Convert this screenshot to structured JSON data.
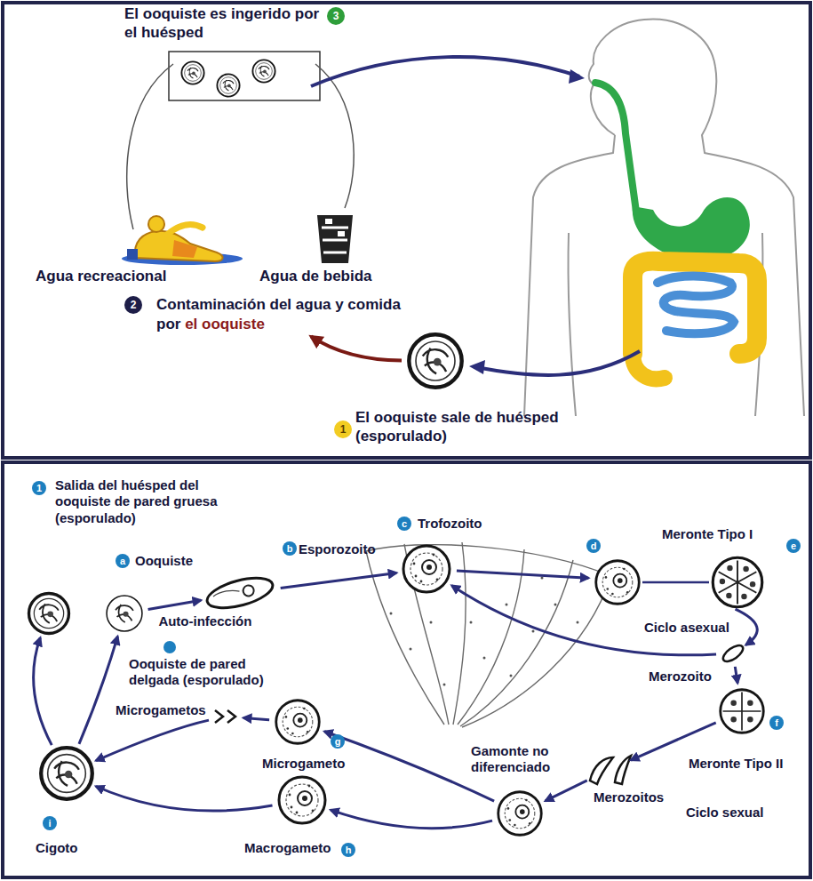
{
  "diagram": {
    "nodes": [
      {
        "text": [
          "Agua recreacional"
        ]
      },
      {
        "text": [
          "Agua de bebida"
        ]
      },
      {
        "text": [
          "El ooquiste sale de huésped (esporulado)"
        ]
      },
      {
        "text": [
          "Contaminación del agua y comida por",
          "el ooquiste"
        ]
      },
      {
        "text": [
          "Salida del huésped del ooquiste de pared gruesa (esporulado)"
        ]
      },
      {
        "text": [
          "Ooquiste",
          "Ooquiste de pared delgada (esporulado)"
        ]
      },
      {
        "text": [
          "Esporozoito"
        ]
      },
      {
        "text": [
          "Trofozoito"
        ]
      },
      {
        "text": [
          "Meronte Tipo I"
        ]
      },
      {
        "text": [
          "Merozoito"
        ]
      },
      {
        "text": [
          "Meronte Tipo II"
        ]
      },
      {
        "text": [
          "Merozoitos"
        ]
      },
      {
        "text": [
          "Gamonte no diferenciado"
        ]
      },
      {
        "text": [
          "Microgameto"
        ]
      },
      {
        "text": [
          "Microgametos"
        ]
      },
      {
        "text": [
          "Macrogameto"
        ]
      },
      {
        "text": [
          "Cigoto"
        ]
      }
    ],
    "edges": [
      {
        "from": 2,
        "to": 3,
        "arrow": "to"
      },
      {
        "from": 16,
        "to": 4,
        "arrow": "to"
      },
      {
        "from": 16,
        "to": 5,
        "arrow": "to"
      },
      {
        "from": 5,
        "to": 6,
        "arrow": "to",
        "label": "Auto-infección"
      },
      {
        "from": 6,
        "to": 7,
        "arrow": "to"
      },
      {
        "from": 7,
        "to": 8,
        "arrow": "to"
      },
      {
        "from": 8,
        "to": 9,
        "arrow": "to"
      },
      {
        "from": 9,
        "to": 7,
        "arrow": "to"
      },
      {
        "from": 9,
        "to": 10,
        "arrow": "to"
      },
      {
        "from": 10,
        "to": 11,
        "arrow": "to"
      },
      {
        "from": 11,
        "to": 12,
        "arrow": "to"
      },
      {
        "from": 12,
        "to": 13,
        "arrow": "to"
      },
      {
        "from": 12,
        "to": 15,
        "arrow": "to"
      },
      {
        "from": 13,
        "to": 14,
        "arrow": "to"
      },
      {
        "from": 14,
        "to": 16,
        "arrow": "to"
      },
      {
        "from": 15,
        "to": 16,
        "arrow": "to"
      }
    ],
    "labels": [
      "El ooquiste es ingerido por el huésped",
      "3",
      "2",
      "1",
      "1",
      "a",
      "b",
      "c",
      "d",
      "e",
      "Ciclo asexual",
      "f",
      "Ciclo sexual",
      "g",
      "h",
      "i"
    ]
  }
}
